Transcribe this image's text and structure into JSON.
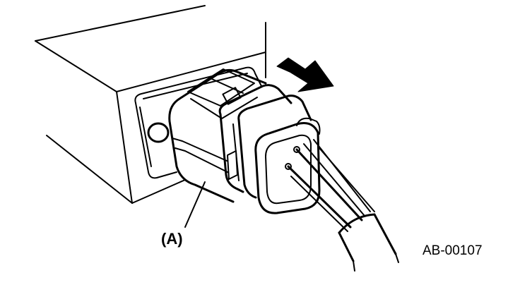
{
  "diagram": {
    "callout_label": "(A)",
    "reference_code": "AB-00107",
    "icons": {
      "arrow": "pull-direction-arrow",
      "connector": "wiring-harness-connector",
      "module": "control-module-housing"
    },
    "colors": {
      "ink": "#000000",
      "paper": "#ffffff"
    }
  }
}
